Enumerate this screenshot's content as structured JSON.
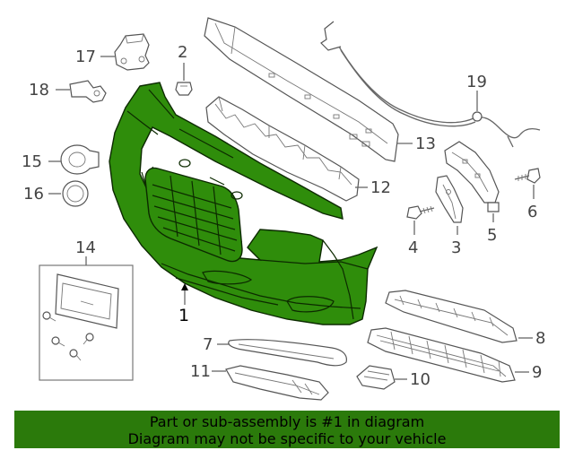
{
  "diagram": {
    "highlight_color": "#2f8d0b",
    "callouts": {
      "c1": "1",
      "c2": "2",
      "c3": "3",
      "c4": "4",
      "c5": "5",
      "c6": "6",
      "c7": "7",
      "c8": "8",
      "c9": "9",
      "c10": "10",
      "c11": "11",
      "c12": "12",
      "c13": "13",
      "c14": "14",
      "c15": "15",
      "c16": "16",
      "c17": "17",
      "c18": "18",
      "c19": "19"
    }
  },
  "banner": {
    "line1": "Part or sub-assembly is #1 in diagram",
    "line2": "Diagram may not be specific to your vehicle",
    "color": "#2b7a0b"
  }
}
